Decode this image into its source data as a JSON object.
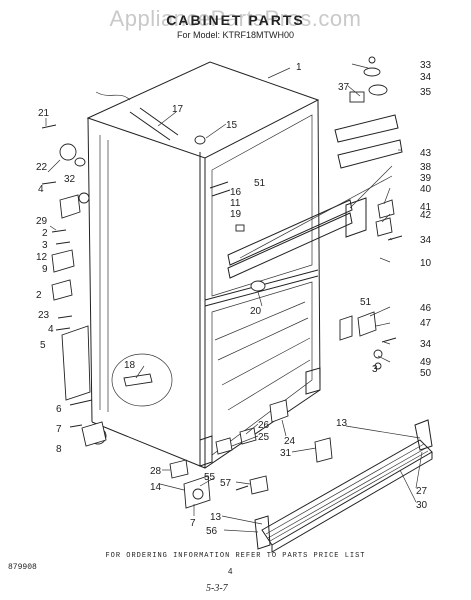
{
  "watermark": "AppliancePartsPros.com",
  "title": "CABINET PARTS",
  "subtitle": "For Model: KTRF18MTWH00",
  "footer": "FOR ORDERING INFORMATION REFER TO PARTS PRICE LIST",
  "doc_id": "879908",
  "page_number": "4",
  "revision_mark": "5-3-7",
  "callouts": [
    {
      "id": "c1",
      "text": "1"
    },
    {
      "id": "c33",
      "text": "33"
    },
    {
      "id": "c34a",
      "text": "34"
    },
    {
      "id": "c37",
      "text": "37"
    },
    {
      "id": "c35",
      "text": "35"
    },
    {
      "id": "c21",
      "text": "21"
    },
    {
      "id": "c17",
      "text": "17"
    },
    {
      "id": "c15",
      "text": "15"
    },
    {
      "id": "c43",
      "text": "43"
    },
    {
      "id": "c38",
      "text": "38"
    },
    {
      "id": "c39",
      "text": "39"
    },
    {
      "id": "c22",
      "text": "22"
    },
    {
      "id": "c16",
      "text": "16"
    },
    {
      "id": "c11",
      "text": "11"
    },
    {
      "id": "c51a",
      "text": "51"
    },
    {
      "id": "c40",
      "text": "40"
    },
    {
      "id": "c32",
      "text": "32"
    },
    {
      "id": "c41",
      "text": "41"
    },
    {
      "id": "c19",
      "text": "19"
    },
    {
      "id": "c42",
      "text": "42"
    },
    {
      "id": "c4",
      "text": "4"
    },
    {
      "id": "c29",
      "text": "29"
    },
    {
      "id": "c2a",
      "text": "2"
    },
    {
      "id": "c3",
      "text": "3"
    },
    {
      "id": "c34b",
      "text": "34"
    },
    {
      "id": "c12",
      "text": "12"
    },
    {
      "id": "c10",
      "text": "10"
    },
    {
      "id": "c9",
      "text": "9"
    },
    {
      "id": "c2b",
      "text": "2"
    },
    {
      "id": "c20",
      "text": "20"
    },
    {
      "id": "c51b",
      "text": "51"
    },
    {
      "id": "c46",
      "text": "46"
    },
    {
      "id": "c23",
      "text": "23"
    },
    {
      "id": "c47",
      "text": "47"
    },
    {
      "id": "c4b",
      "text": "4"
    },
    {
      "id": "c34c",
      "text": "34"
    },
    {
      "id": "c5",
      "text": "5"
    },
    {
      "id": "c49",
      "text": "49"
    },
    {
      "id": "c3b",
      "text": "3"
    },
    {
      "id": "c50",
      "text": "50"
    },
    {
      "id": "c18",
      "text": "18"
    },
    {
      "id": "c6",
      "text": "6"
    },
    {
      "id": "c26",
      "text": "26"
    },
    {
      "id": "c13a",
      "text": "13"
    },
    {
      "id": "c25",
      "text": "25"
    },
    {
      "id": "c7a",
      "text": "7"
    },
    {
      "id": "c24",
      "text": "24"
    },
    {
      "id": "c8",
      "text": "8"
    },
    {
      "id": "c31",
      "text": "31"
    },
    {
      "id": "c28",
      "text": "28"
    },
    {
      "id": "c55",
      "text": "55"
    },
    {
      "id": "c14",
      "text": "14"
    },
    {
      "id": "c57",
      "text": "57"
    },
    {
      "id": "c27",
      "text": "27"
    },
    {
      "id": "c30",
      "text": "30"
    },
    {
      "id": "c7b",
      "text": "7"
    },
    {
      "id": "c13b",
      "text": "13"
    },
    {
      "id": "c56",
      "text": "56"
    }
  ]
}
